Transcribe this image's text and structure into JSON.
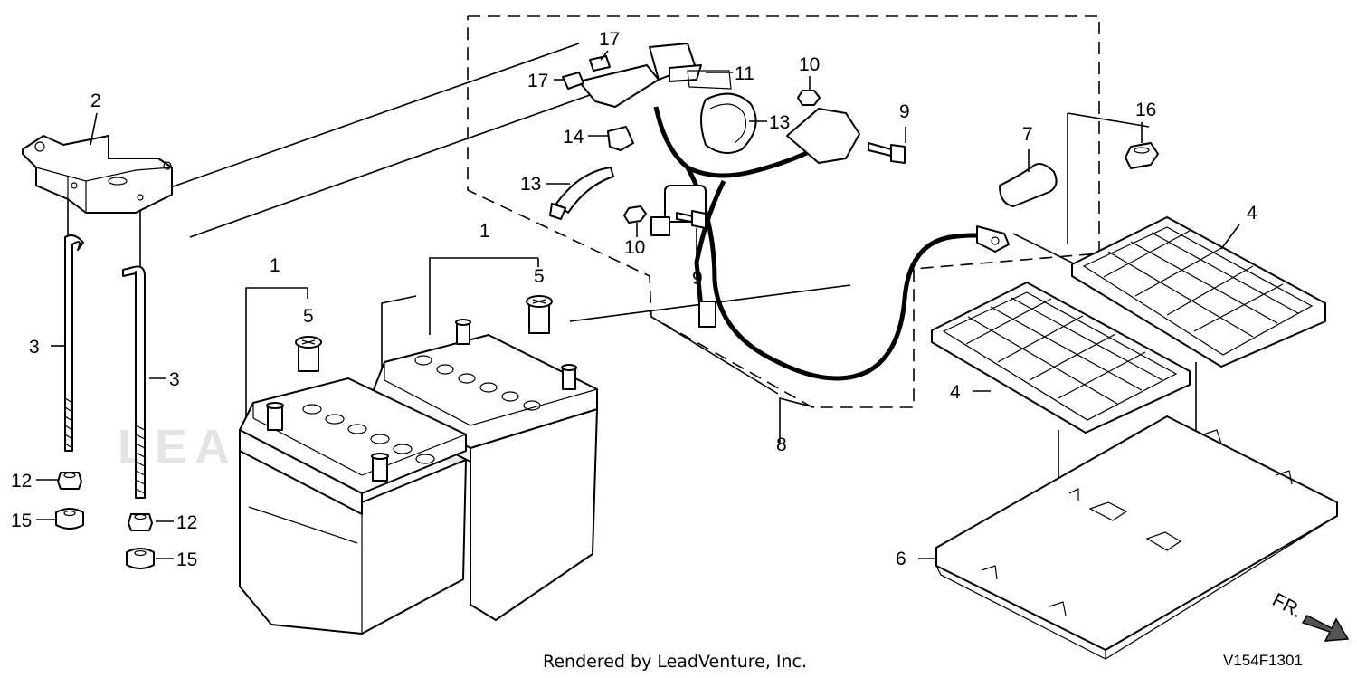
{
  "diagram": {
    "watermark": "LEADVENTURE",
    "footer_text": "Rendered by LeadVenture, Inc.",
    "ref_code": "V154F1301",
    "front_label": "FR.",
    "callouts": [
      "1",
      "1",
      "2",
      "3",
      "3",
      "4",
      "4",
      "5",
      "5",
      "6",
      "7",
      "8",
      "9",
      "9",
      "10",
      "10",
      "11",
      "12",
      "12",
      "13",
      "13",
      "14",
      "15",
      "15",
      "16",
      "17",
      "17"
    ]
  }
}
